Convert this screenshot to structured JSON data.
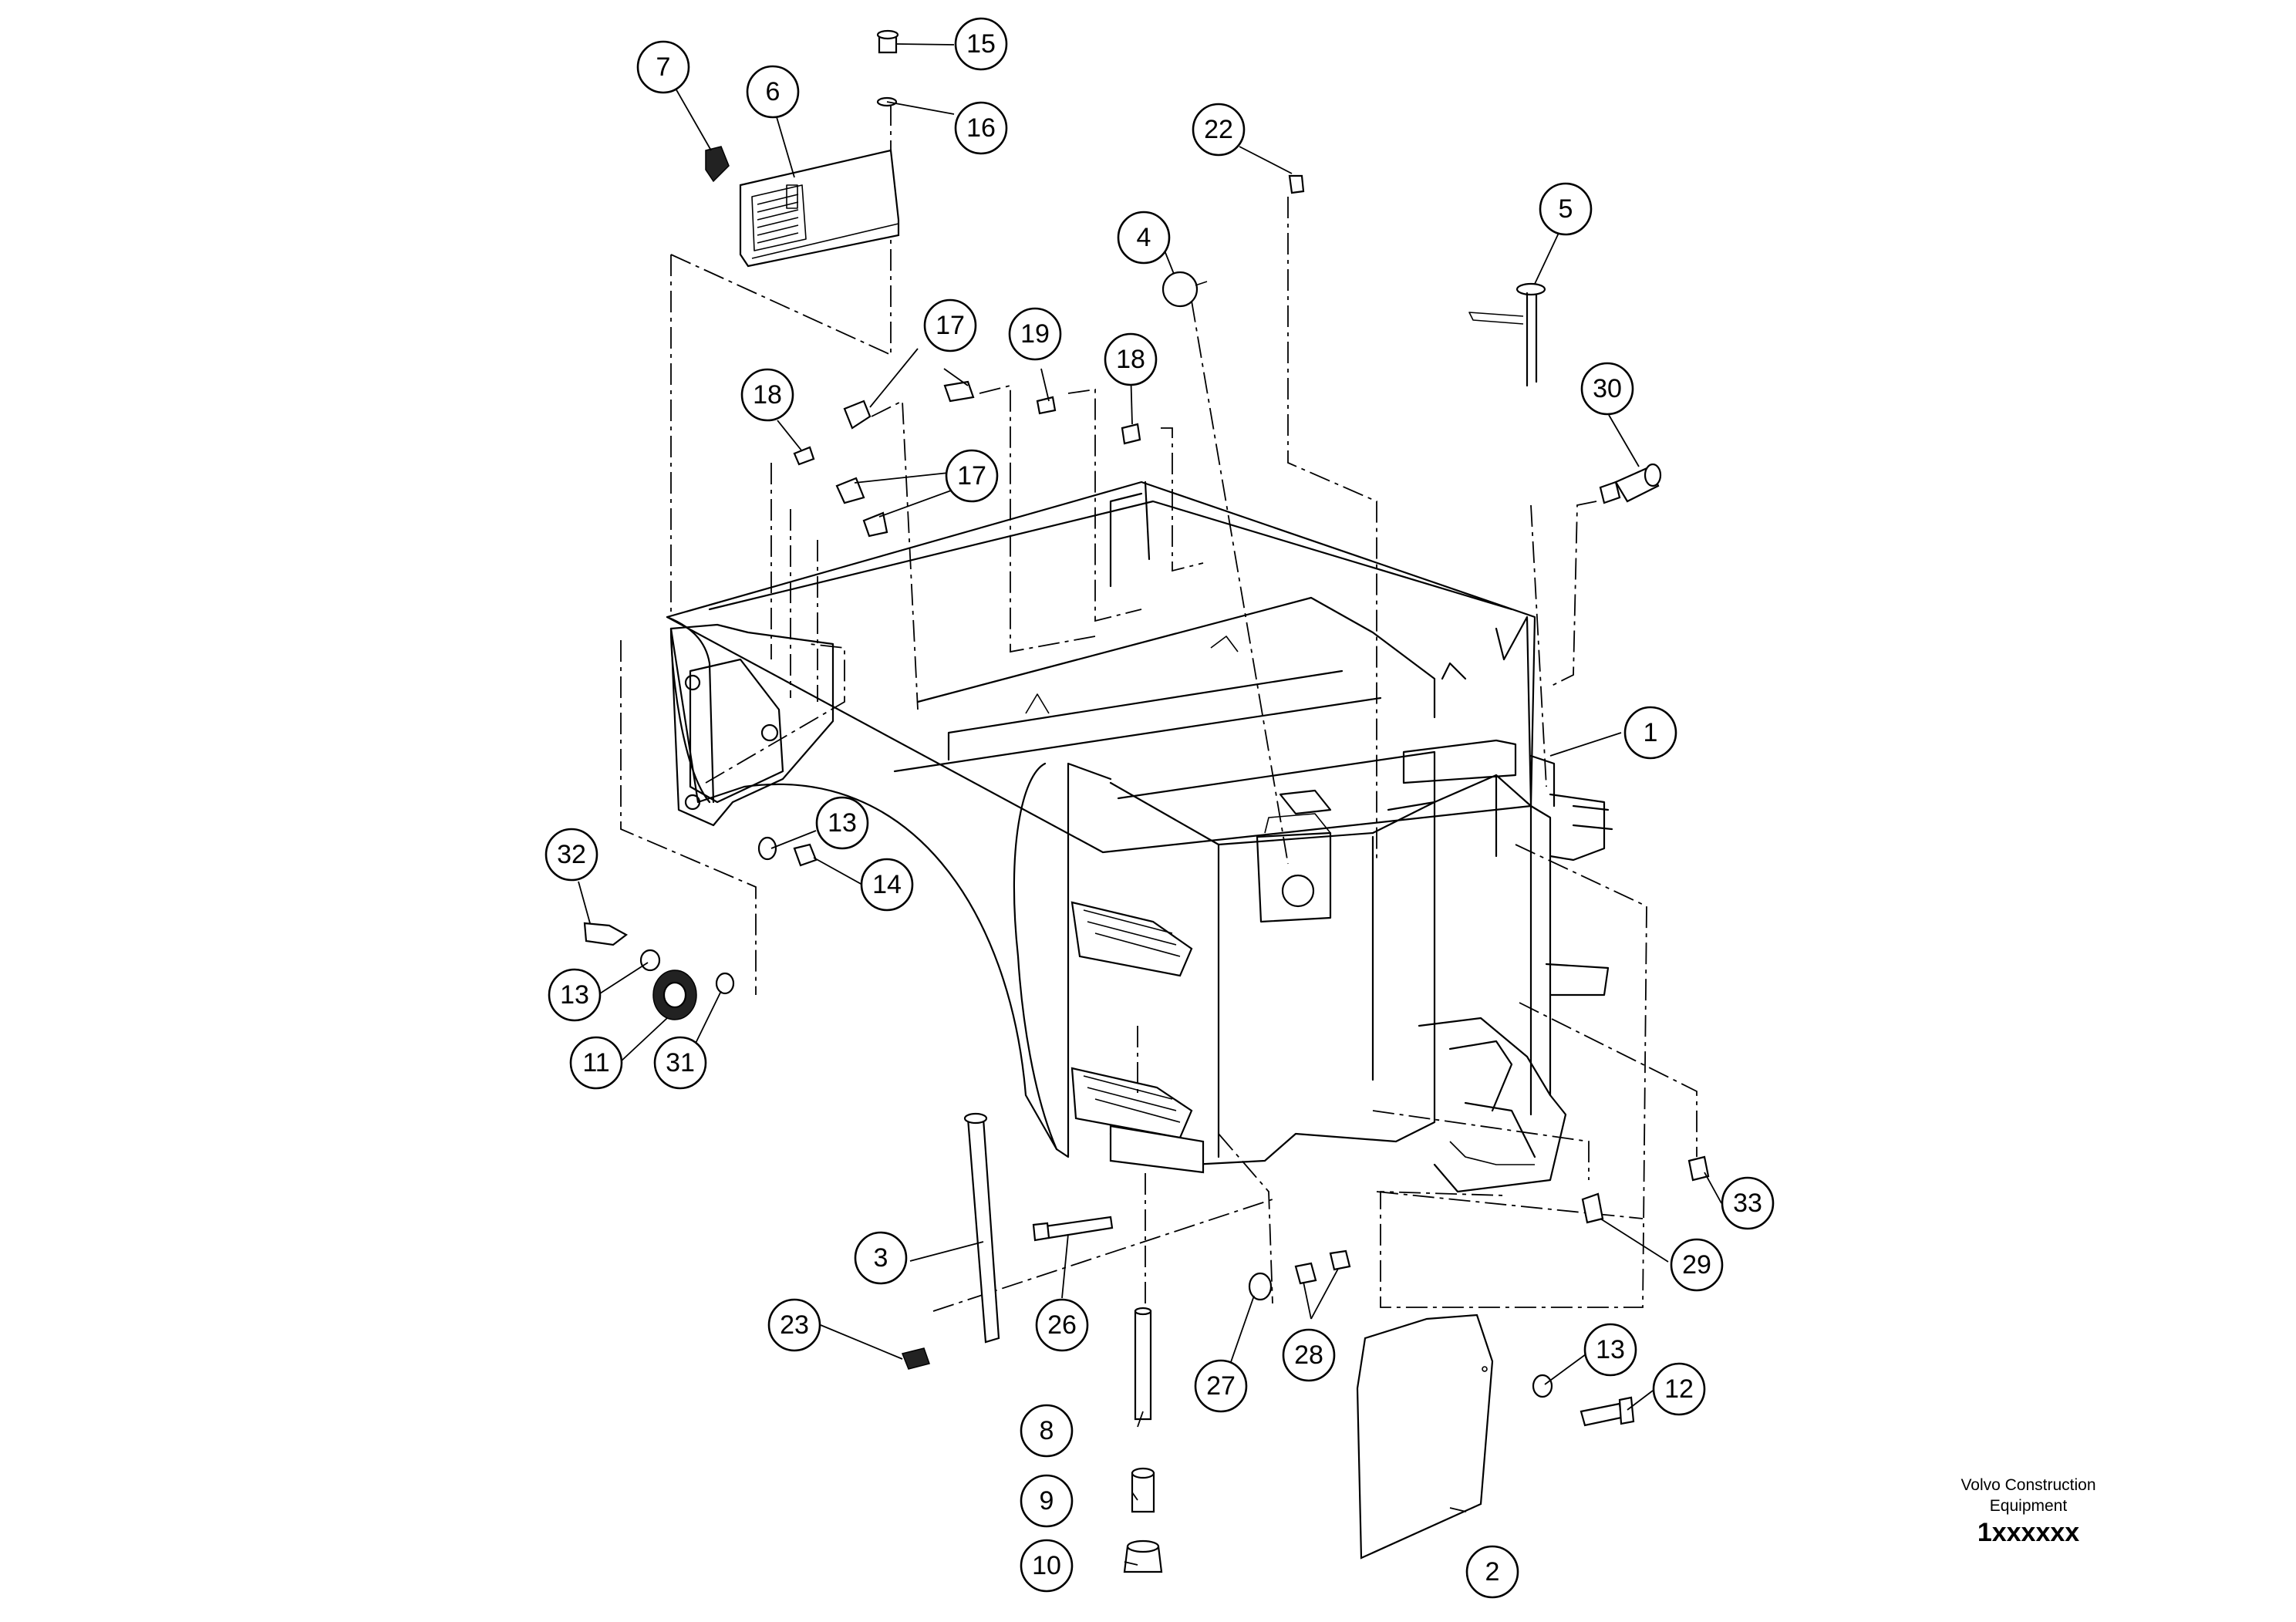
{
  "callouts": [
    {
      "label": "1"
    },
    {
      "label": "2"
    },
    {
      "label": "3"
    },
    {
      "label": "4"
    },
    {
      "label": "5"
    },
    {
      "label": "6"
    },
    {
      "label": "7"
    },
    {
      "label": "8"
    },
    {
      "label": "9"
    },
    {
      "label": "10"
    },
    {
      "label": "11"
    },
    {
      "label": "12"
    },
    {
      "label": "13"
    },
    {
      "label": "13"
    },
    {
      "label": "13"
    },
    {
      "label": "14"
    },
    {
      "label": "15"
    },
    {
      "label": "16"
    },
    {
      "label": "17"
    },
    {
      "label": "17"
    },
    {
      "label": "18"
    },
    {
      "label": "18"
    },
    {
      "label": "19"
    },
    {
      "label": "22"
    },
    {
      "label": "23"
    },
    {
      "label": "26"
    },
    {
      "label": "27"
    },
    {
      "label": "28"
    },
    {
      "label": "29"
    },
    {
      "label": "30"
    },
    {
      "label": "31"
    },
    {
      "label": "32"
    },
    {
      "label": "33"
    }
  ],
  "footer": {
    "manufacturer_line1": "Volvo Construction",
    "manufacturer_line2": "Equipment",
    "part_number": "1xxxxxx"
  }
}
